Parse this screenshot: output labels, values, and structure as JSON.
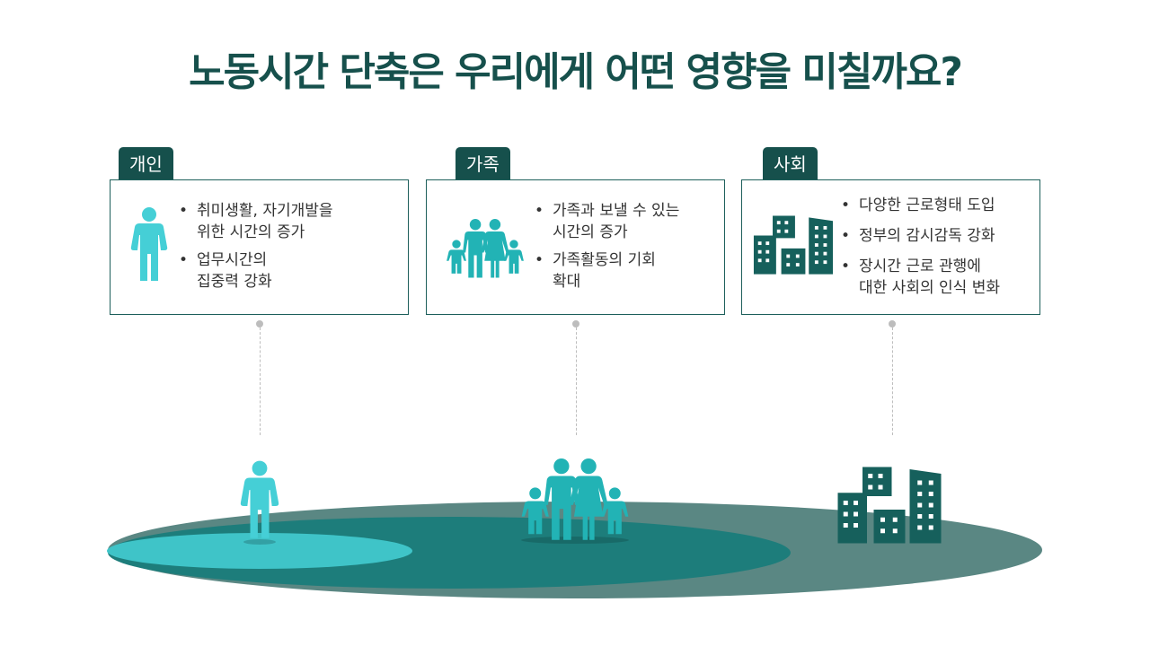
{
  "title": "노동시간 단축은 우리에게 어떤 영향을 미칠까요?",
  "sections": [
    {
      "label": "개인",
      "icon": "person-icon",
      "bullets": [
        "취미생활, 자기개발을\n위한 시간의 증가",
        "업무시간의\n집중력 강화"
      ]
    },
    {
      "label": "가족",
      "icon": "family-icon",
      "bullets": [
        "가족과 보낼 수 있는\n시간의 증가",
        "가족활동의 기회\n확대"
      ]
    },
    {
      "label": "사회",
      "icon": "buildings-icon",
      "bullets": [
        "다양한 근로형태 도입",
        "정부의 감시감독 강화",
        "장시간 근로 관행에\n대한 사회의 인식 변화"
      ]
    }
  ],
  "colors": {
    "title": "#16504c",
    "tab": "#16504c",
    "person": "#45cfd6",
    "family": "#22b3b5",
    "buildings": "#16605c",
    "ellipse_large": "#5a8783",
    "ellipse_mid": "#1d7d7b",
    "ellipse_small": "#3fc4c8"
  }
}
